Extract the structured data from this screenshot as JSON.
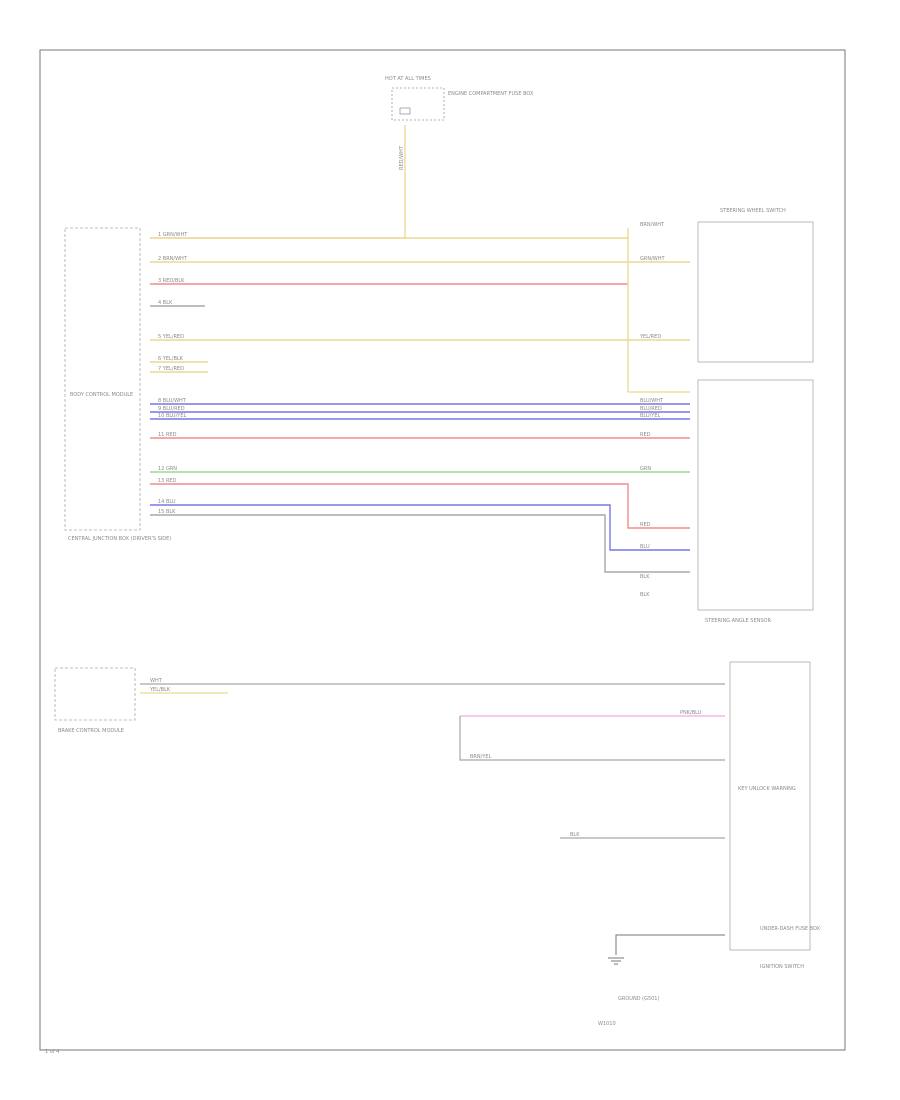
{
  "page_label": "1 of 4",
  "footer_code": "W1010",
  "colors": {
    "yellow": "#ead98e",
    "red": "#f08c8c",
    "blue": "#7777e6",
    "green": "#9ad89a",
    "pink": "#f0a6f0",
    "gray": "#a8a8a8",
    "frame": "#666666"
  },
  "top_battery": {
    "label": "HOT AT ALL TIMES",
    "fuse_desc": "ENGINE COMPARTMENT FUSE BOX",
    "wire": "RED/WHT"
  },
  "modules": {
    "main": "CENTRAL JUNCTION BOX (DRIVER'S SIDE)",
    "main_inner": "BODY CONTROL MODULE",
    "bottom_left": "BRAKE CONTROL MODULE",
    "steering_top": "STEERING WHEEL SWITCH",
    "steering_bottom": "STEERING ANGLE SENSOR",
    "ignition": "IGNITION SWITCH",
    "unlock": "KEY UNLOCK WARNING",
    "under_dash": "UNDER-DASH FUSE BOX",
    "ground_bottom": "GROUND (G501)"
  },
  "main_wires": [
    {
      "num": "1",
      "label": "GRN/WHT",
      "color": "yellow"
    },
    {
      "num": "2",
      "label": "BRN/WHT",
      "color": "yellow"
    },
    {
      "num": "3",
      "label": "RED/BLK",
      "color": "red"
    },
    {
      "num": "4",
      "label": "BLK",
      "color": "gray"
    },
    {
      "num": "5",
      "label": "YEL/RED",
      "color": "yellow"
    },
    {
      "num": "6",
      "label": "YEL/BLK",
      "color": "yellow"
    },
    {
      "num": "7",
      "label": "YEL/RED",
      "color": "yellow"
    },
    {
      "num": "8",
      "label": "BLU/WHT",
      "color": "blue"
    },
    {
      "num": "9",
      "label": "BLU/RED",
      "color": "blue"
    },
    {
      "num": "10",
      "label": "BLU/YEL",
      "color": "blue"
    },
    {
      "num": "11",
      "label": "RED",
      "color": "red"
    },
    {
      "num": "12",
      "label": "GRN",
      "color": "green"
    },
    {
      "num": "13",
      "label": "RED",
      "color": "red"
    },
    {
      "num": "14",
      "label": "BLU",
      "color": "blue"
    },
    {
      "num": "15",
      "label": "BLK",
      "color": "gray"
    }
  ],
  "right_labels": [
    "BRN/WHT",
    "GRN/WHT",
    "YEL/RED",
    "BLU/WHT",
    "BLU/RED",
    "BLU/YEL",
    "RED",
    "GRN",
    "RED",
    "BLU",
    "BLK",
    "BLK"
  ],
  "bottom_wires": [
    {
      "label": "WHT",
      "color": "gray"
    },
    {
      "label": "YEL/BLK",
      "color": "yellow"
    },
    {
      "label": "PNK/BLU",
      "color": "pink"
    },
    {
      "label": "BRN/YEL",
      "color": "gray"
    },
    {
      "label": "BLK",
      "color": "gray"
    }
  ]
}
